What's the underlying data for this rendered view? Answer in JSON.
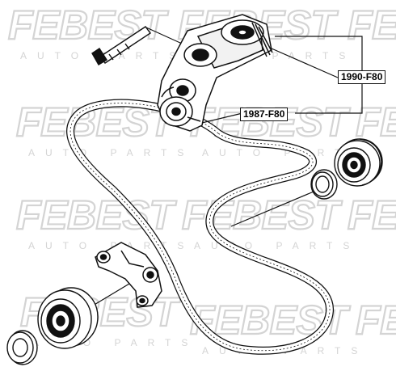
{
  "watermark": {
    "brand": "FEBEST",
    "tagline": "AUTO PARTS",
    "color": "#d4d4d4"
  },
  "part_labels": [
    {
      "id": "tensioner-assembly",
      "text": "1990-F80"
    },
    {
      "id": "tensioner-pulley",
      "text": "1987-F80"
    }
  ],
  "colors": {
    "ink": "#111111",
    "background": "#ffffff"
  }
}
